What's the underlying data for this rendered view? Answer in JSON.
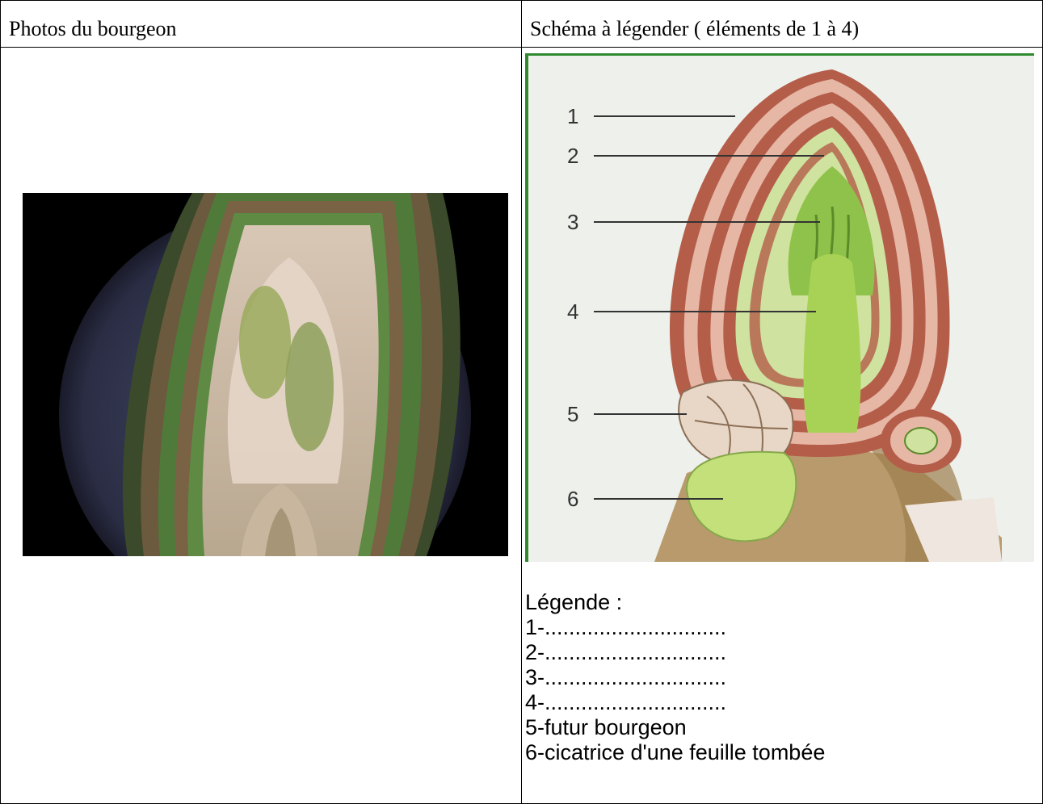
{
  "table": {
    "col1_header": "Photos du bourgeon",
    "col2_header": "Schéma à légender ( éléments de 1 à 4)"
  },
  "diagram": {
    "numbers": [
      "1",
      "2",
      "3",
      "4",
      "5",
      "6"
    ]
  },
  "legend": {
    "title": "Légende :",
    "items": [
      "1-..............................",
      "2-..............................",
      "3-..............................",
      "4-..............................",
      "5-futur bourgeon",
      "6-cicatrice d'une feuille tombée"
    ]
  }
}
